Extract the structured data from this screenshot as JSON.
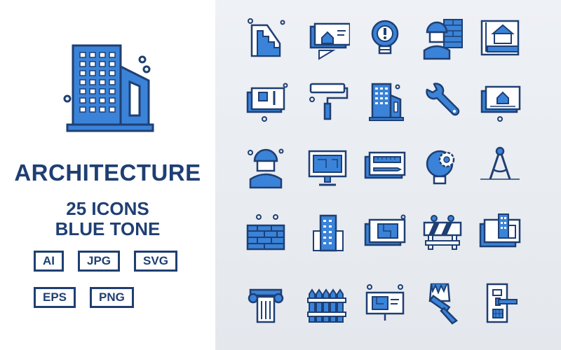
{
  "left_panel": {
    "title": "ARCHITECTURE",
    "subtitle_line1": "25 ICONS",
    "subtitle_line2": "BLUE TONE",
    "formats_row1": [
      "AI",
      "JPG",
      "SVG"
    ],
    "formats_row2": [
      "EPS",
      "PNG"
    ],
    "hero_icon": "office-building-icon"
  },
  "icon_grid": [
    [
      "staircase-icon",
      "house-blueprint-icon",
      "idea-bulb-icon",
      "builder-with-brick-wall-icon",
      "house-measurement-icon"
    ],
    [
      "design-board-icon",
      "paint-roller-icon",
      "building-icon",
      "wrench-icon",
      "house-plan-icon"
    ],
    [
      "construction-worker-icon",
      "computer-blueprint-icon",
      "ruler-pencil-board-icon",
      "bulb-gear-icon",
      "compass-divider-icon"
    ],
    [
      "brick-wall-icon",
      "skyscraper-icon",
      "floor-plan-board-icon",
      "road-barrier-icon",
      "city-blueprint-icon"
    ],
    [
      "ionic-column-icon",
      "wooden-fence-icon",
      "presentation-plan-icon",
      "paint-brush-icon",
      "door-handle-icon"
    ]
  ],
  "colors": {
    "navy": "#1f3f73",
    "blue": "#3a83d8",
    "light_blue": "#8fc2f0",
    "panel_bg": "#e9ecf0"
  }
}
